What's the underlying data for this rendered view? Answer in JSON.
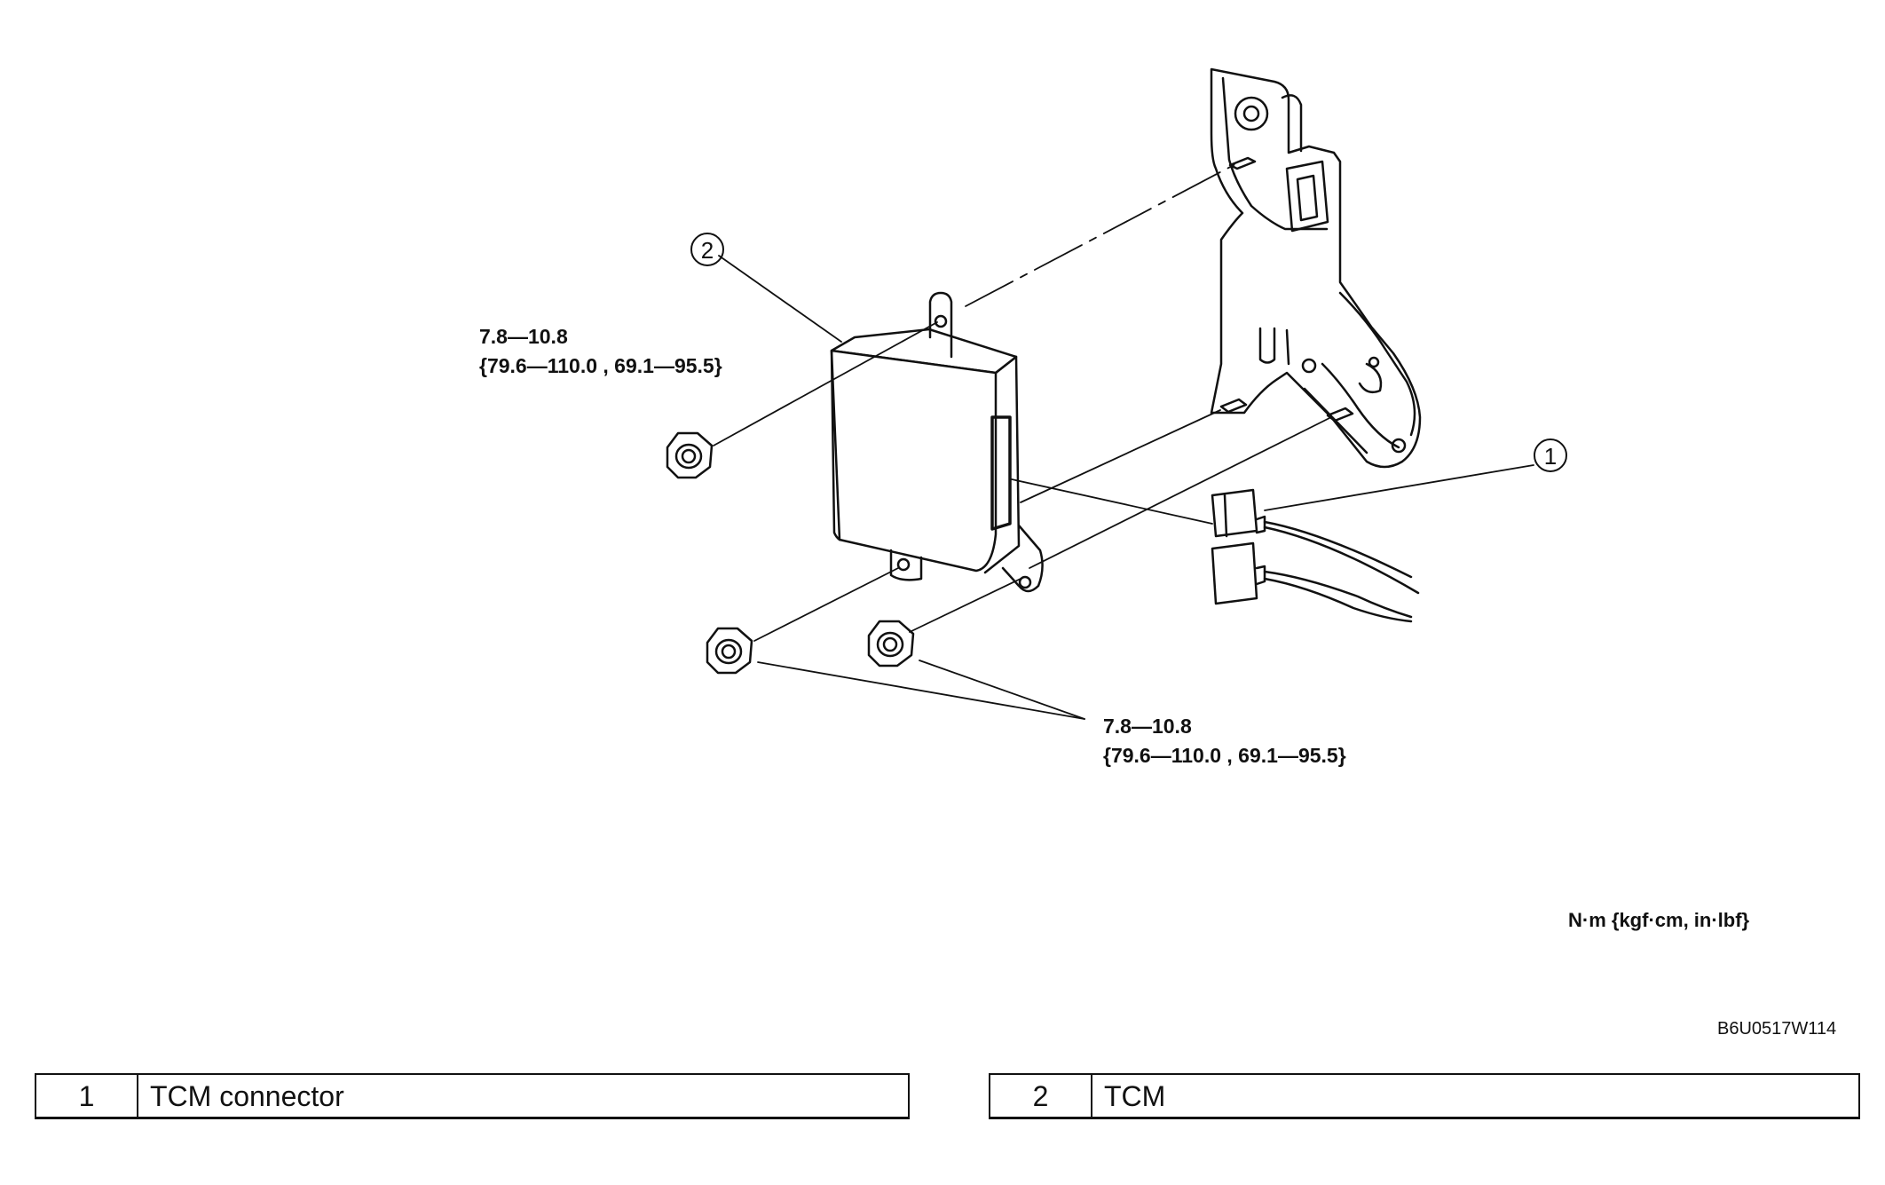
{
  "callouts": {
    "c1": "1",
    "c2": "2"
  },
  "torque_top": {
    "line1": "7.8—10.8",
    "line2": "{79.6—110.0 , 69.1—95.5}"
  },
  "torque_bottom": {
    "line1": "7.8—10.8",
    "line2": "{79.6—110.0 , 69.1—95.5}"
  },
  "units_note": "N·m {kgf·cm, in·lbf}",
  "figure_code": "B6U0517W114",
  "legend": [
    {
      "number": "1",
      "name": "TCM connector"
    },
    {
      "number": "2",
      "name": "TCM"
    }
  ],
  "colors": {
    "line": "#111111",
    "paper": "#ffffff"
  }
}
